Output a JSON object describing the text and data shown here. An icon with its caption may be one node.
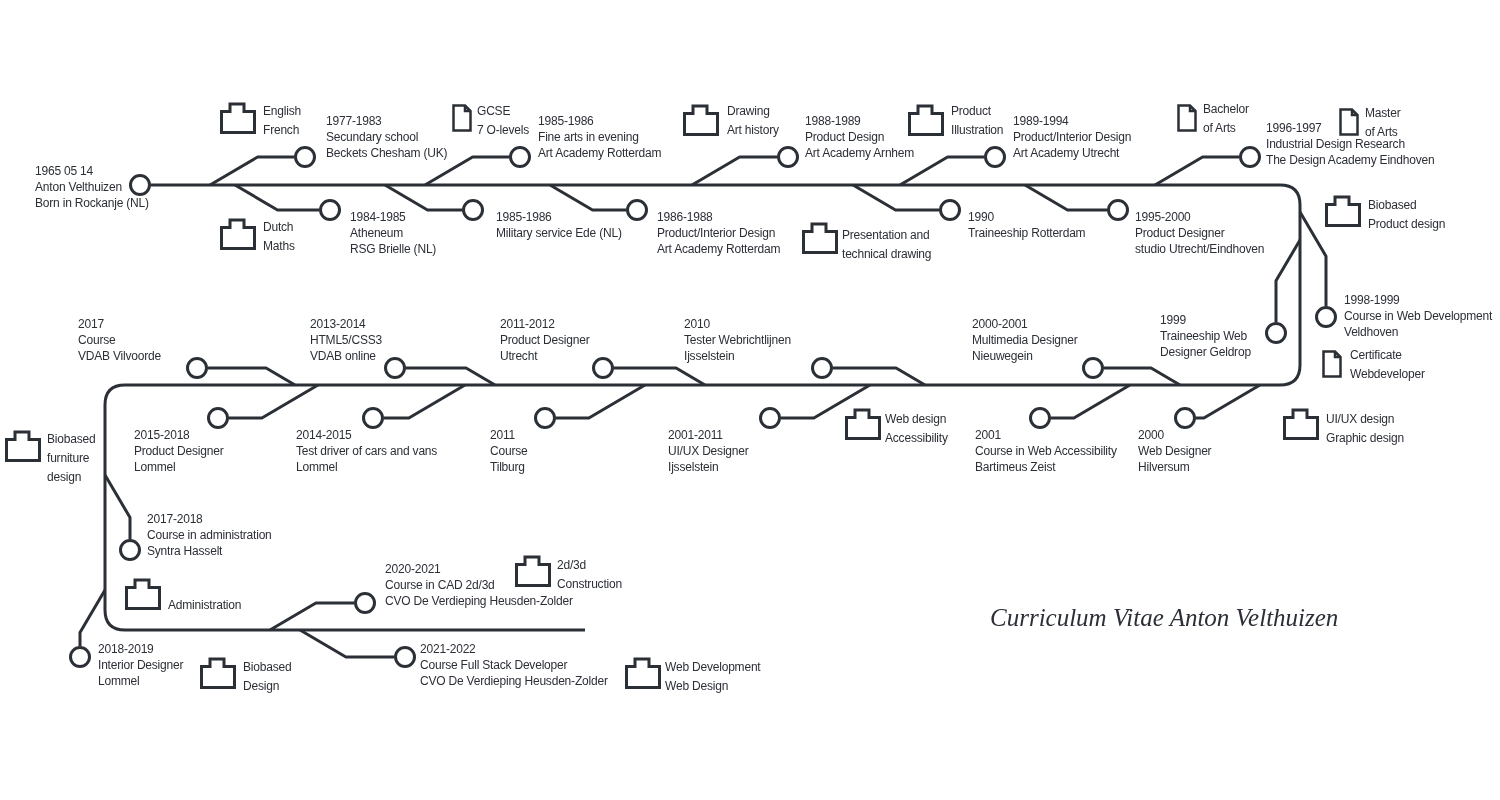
{
  "diagram": {
    "title": "Curriculum Vitae Anton Velthuizen",
    "nodes": [
      {
        "text": [],
        "shape": "circle",
        "beside": [
          "1965 05 14",
          "Anton Velthuizen",
          "Born in Rockanje (NL)"
        ]
      },
      {
        "text": [],
        "shape": "circle",
        "beside": [
          "1977-1983",
          "Secundary school",
          "Beckets Chesham (UK)"
        ]
      },
      {
        "text": [],
        "shape": "circle",
        "beside": [
          "1984-1985",
          "Atheneum",
          "RSG Brielle (NL)"
        ]
      },
      {
        "text": [],
        "shape": "circle",
        "beside": [
          "1985-1986",
          "Fine arts in evening",
          "Art Academy Rotterdam"
        ]
      },
      {
        "text": [],
        "shape": "circle",
        "beside": [
          "1985-1986",
          "Military service Ede (NL)"
        ]
      },
      {
        "text": [],
        "shape": "circle",
        "beside": [
          "1986-1988",
          "Product/Interior Design",
          "Art Academy Rotterdam"
        ]
      },
      {
        "text": [],
        "shape": "circle",
        "beside": [
          "1988-1989",
          "Product Design",
          "Art Academy Arnhem"
        ]
      },
      {
        "text": [],
        "shape": "circle",
        "beside": [
          "1990",
          "Traineeship Rotterdam"
        ]
      },
      {
        "text": [],
        "shape": "circle",
        "beside": [
          "1989-1994",
          "Product/Interior Design",
          "Art Academy Utrecht"
        ]
      },
      {
        "text": [],
        "shape": "circle",
        "beside": [
          "1995-2000",
          "Product Designer",
          "studio Utrecht/Eindhoven"
        ]
      },
      {
        "text": [],
        "shape": "circle",
        "beside": [
          "1996-1997",
          "Industrial Design Research",
          "The Design Academy Eindhoven"
        ]
      },
      {
        "text": [],
        "shape": "circle",
        "beside": [
          "1999",
          "Traineeship Web",
          "Designer Geldrop"
        ]
      },
      {
        "text": [],
        "shape": "circle",
        "beside": [
          "1998-1999",
          "Course in Web Development",
          "Veldhoven"
        ]
      },
      {
        "text": [],
        "shape": "circle",
        "beside": [
          "2000",
          "Web Designer",
          "Hilversum"
        ]
      },
      {
        "text": [],
        "shape": "circle",
        "beside": [
          "2000-2001",
          "Multimedia Designer",
          "Nieuwegein"
        ]
      },
      {
        "text": [],
        "shape": "circle",
        "beside": [
          "2001",
          "Course in Web Accessibility",
          "Bartimeus Zeist"
        ]
      },
      {
        "text": [],
        "shape": "circle",
        "beside": [
          "2001-2011",
          "UI/UX Designer",
          "Ijsselstein"
        ]
      },
      {
        "text": [],
        "shape": "circle",
        "beside": [
          "2010",
          "Tester Webrichtlijnen",
          "Ijsselstein"
        ]
      },
      {
        "text": [],
        "shape": "circle",
        "beside": [
          "2011-2012",
          "Product Designer",
          "Utrecht"
        ]
      },
      {
        "text": [],
        "shape": "circle",
        "beside": [
          "2011",
          "Course",
          "Tilburg"
        ]
      },
      {
        "text": [],
        "shape": "circle",
        "beside": [
          "2013-2014",
          "HTML5/CSS3",
          "VDAB online"
        ]
      },
      {
        "text": [],
        "shape": "circle",
        "beside": [
          "2014-2015",
          "Test driver of cars and vans",
          "Lommel"
        ]
      },
      {
        "text": [],
        "shape": "circle",
        "beside": [
          "2017",
          "Course",
          "VDAB Vilvoorde"
        ]
      },
      {
        "text": [],
        "shape": "circle",
        "beside": [
          "2015-2018",
          "Product Designer",
          "Lommel"
        ]
      },
      {
        "text": [],
        "shape": "circle",
        "beside": [
          "2017-2018",
          "Course in administration",
          "Syntra Hasselt"
        ]
      },
      {
        "text": [],
        "shape": "circle",
        "beside": [
          "2018-2019",
          "Interior Designer",
          "Lommel"
        ]
      },
      {
        "text": [],
        "shape": "circle",
        "beside": [
          "2020-2021",
          "Course in CAD 2d/3d",
          "CVO De Verdieping Heusden-Zolder"
        ]
      },
      {
        "text": [],
        "shape": "circle",
        "beside": [
          "2021-2022",
          "Course Full Stack Developer",
          "CVO De Verdieping Heusden-Zolder"
        ]
      }
    ],
    "edges": [
      {
        "from": null,
        "to": 1,
        "arrow": "none"
      },
      {
        "from": null,
        "to": 2,
        "arrow": "none"
      },
      {
        "from": null,
        "to": 3,
        "arrow": "none"
      },
      {
        "from": null,
        "to": 4,
        "arrow": "none"
      },
      {
        "from": null,
        "to": 5,
        "arrow": "none"
      },
      {
        "from": null,
        "to": 6,
        "arrow": "none"
      },
      {
        "from": null,
        "to": 7,
        "arrow": "none"
      },
      {
        "from": null,
        "to": 8,
        "arrow": "none"
      },
      {
        "from": null,
        "to": 9,
        "arrow": "none"
      },
      {
        "from": null,
        "to": 10,
        "arrow": "none"
      },
      {
        "from": null,
        "to": 11,
        "arrow": "none"
      },
      {
        "from": null,
        "to": 12,
        "arrow": "none"
      },
      {
        "from": null,
        "to": 13,
        "arrow": "none"
      },
      {
        "from": null,
        "to": 14,
        "arrow": "none"
      },
      {
        "from": null,
        "to": 15,
        "arrow": "none"
      },
      {
        "from": null,
        "to": 16,
        "arrow": "none"
      },
      {
        "from": null,
        "to": 17,
        "arrow": "none"
      },
      {
        "from": null,
        "to": 18,
        "arrow": "none"
      },
      {
        "from": null,
        "to": 19,
        "arrow": "none"
      },
      {
        "from": null,
        "to": 20,
        "arrow": "none"
      },
      {
        "from": null,
        "to": 21,
        "arrow": "none"
      },
      {
        "from": null,
        "to": 22,
        "arrow": "none"
      },
      {
        "from": null,
        "to": 23,
        "arrow": "none"
      },
      {
        "from": null,
        "to": 24,
        "arrow": "none"
      },
      {
        "from": null,
        "to": 25,
        "arrow": "none"
      },
      {
        "from": null,
        "to": 26,
        "arrow": "none"
      },
      {
        "from": null,
        "to": 27,
        "arrow": "none"
      }
    ],
    "labels": [
      "English",
      "French",
      "Dutch",
      "Maths",
      "GCSE",
      "7 O-levels",
      "Drawing",
      "Art history",
      "Product",
      "Illustration",
      "Bachelor",
      "of Arts",
      "Master",
      "of Arts",
      "Presentation and",
      "technical drawing",
      "Biobased",
      "Product design",
      "Certificate",
      "Webdeveloper",
      "UI/UX design",
      "Graphic design",
      "Web design",
      "Accessibility",
      "Biobased",
      "furniture",
      "design",
      "Administration",
      "2d/3d",
      "Construction",
      "Biobased",
      "Design",
      "Web Development",
      "Web Design"
    ]
  }
}
